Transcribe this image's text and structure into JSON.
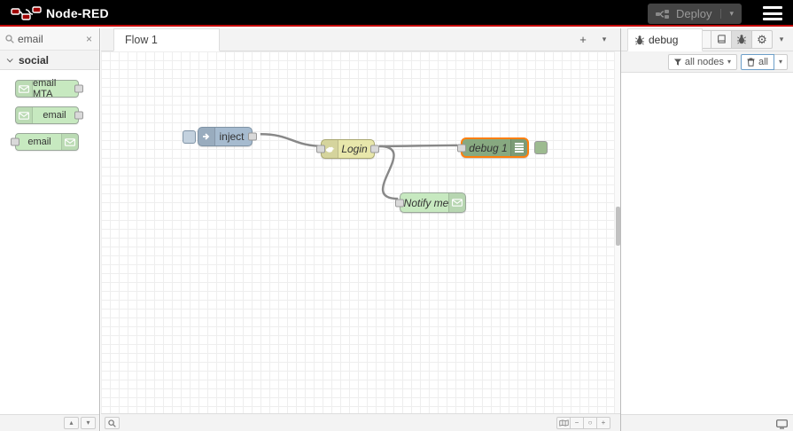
{
  "colors": {
    "header_bg": "#000000",
    "header_accent": "#c40000",
    "node_inject": "#a6bbcf",
    "node_email": "#c7e9c0",
    "node_login": "#e8e7ab",
    "node_debug": "#87a980",
    "selection_border": "#ff7f0e",
    "wire": "#888888"
  },
  "icons": {
    "gear": "⚙",
    "caret_down": "▾",
    "caret_up": "▴",
    "close": "×",
    "plus": "+",
    "minus": "−",
    "zoom_reset": "○",
    "info": "i"
  },
  "header": {
    "title": "Node-RED",
    "deploy_label": "Deploy"
  },
  "palette": {
    "search_value": "email",
    "category_label": "social",
    "items": [
      {
        "label": "email MTA"
      },
      {
        "label": "email"
      },
      {
        "label": "email"
      }
    ]
  },
  "workspace": {
    "tab_label": "Flow 1",
    "nodes": {
      "inject": {
        "label": "inject"
      },
      "login": {
        "label": "Login"
      },
      "debug": {
        "label": "debug 1"
      },
      "notify": {
        "label": "Notify me"
      }
    }
  },
  "sidebar": {
    "tab_label": "debug",
    "filter_label": "all nodes",
    "clear_label": "all"
  }
}
